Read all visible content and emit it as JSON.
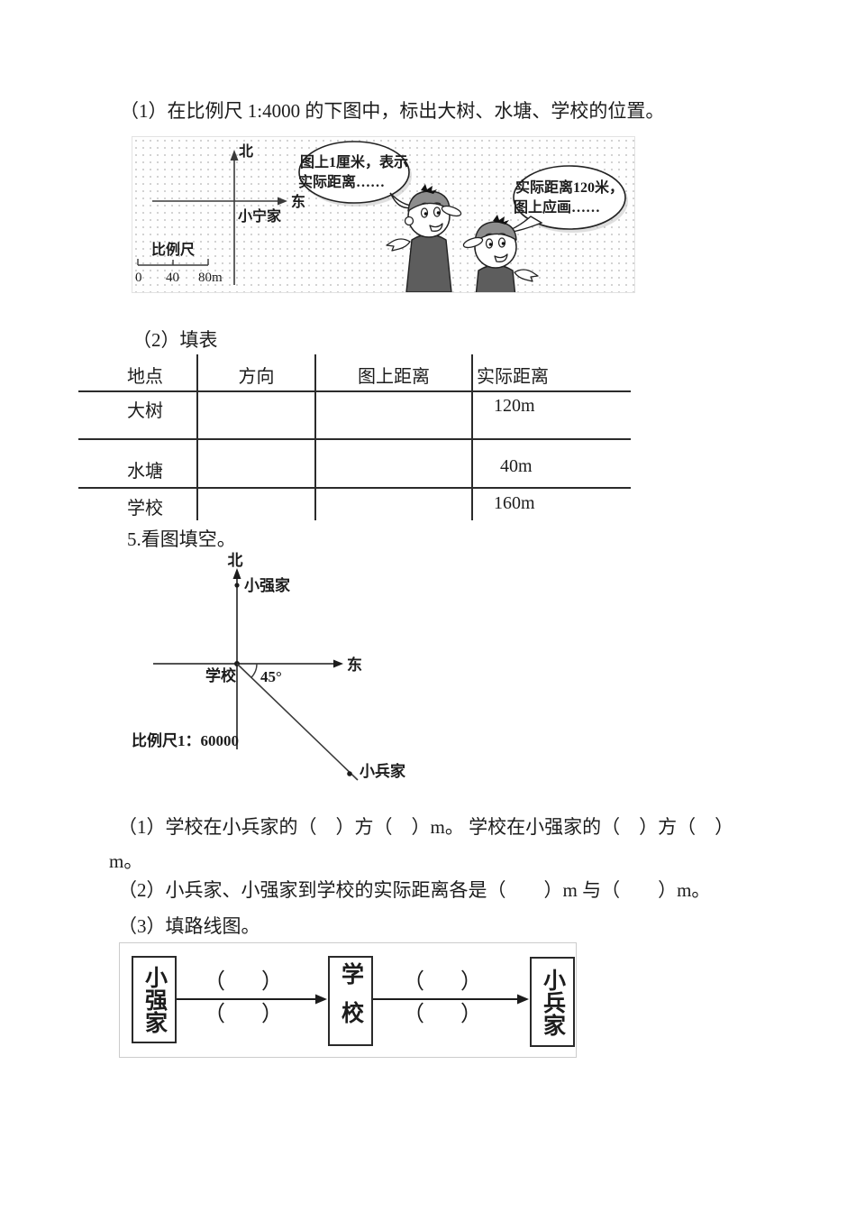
{
  "document": {
    "q4_sub1": "（1）在比例尺 1:4000 的下图中，标出大树、水塘、学校的位置。",
    "q4_sub2": "（2）填表",
    "q5_title": "5.看图填空。",
    "q5_sub1": "（1）学校在小兵家的（　）方（　）m。 学校在小强家的（　）方（　）",
    "q5_sub1_wrap": "m。",
    "q5_sub2": "（2）小兵家、小强家到学校的实际距离各是（　　）m 与（　　）m。",
    "q5_sub3": "（3）填路线图。"
  },
  "figure1": {
    "north": "北",
    "east": "东",
    "origin": "小宁家",
    "scale_title": "比例尺",
    "tick0": "0",
    "tick40": "40",
    "tick80": "80m",
    "bubble1": {
      "line1": "图上1厘米，表示",
      "line2": "实际距离……"
    },
    "bubble2": {
      "line1": "实际距离120米，",
      "line2": "图上应画……"
    }
  },
  "table": {
    "headers": [
      "地点",
      "方向",
      "图上距离",
      "实际距离"
    ],
    "rows": [
      [
        "大树",
        "",
        "",
        "120m"
      ],
      [
        "水塘",
        "",
        "",
        "40m"
      ],
      [
        "学校",
        "",
        "",
        "160m"
      ]
    ]
  },
  "figure2": {
    "north": "北",
    "east": "东",
    "point_north": "小强家",
    "origin": "学校",
    "angle": "45°",
    "point_southeast": "小兵家",
    "scale": "比例尺1：60000"
  },
  "figure3": {
    "box_left": "小强家",
    "box_middle": "学校",
    "box_right": "小兵家",
    "blank_open": "（",
    "blank_close": "）"
  }
}
